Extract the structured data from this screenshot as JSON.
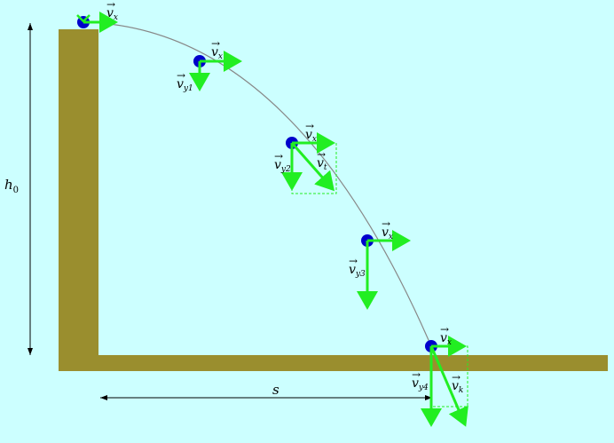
{
  "colors": {
    "background": "#ccffff",
    "ground": "#9a8e2e",
    "ball": "#0000cc",
    "vector": "#22ee22",
    "trajectory": "#888888",
    "guide": "#22ee22",
    "dimension": "#000000"
  },
  "labels": {
    "h0": {
      "main": "h",
      "sub": "0"
    },
    "s": "s",
    "vx": {
      "arrow": "→",
      "main": "v",
      "sub": "x"
    },
    "vy1": {
      "arrow": "→",
      "main": "v",
      "sub": "y1"
    },
    "vy2": {
      "arrow": "→",
      "main": "v",
      "sub": "y2"
    },
    "vy3": {
      "arrow": "→",
      "main": "v",
      "sub": "y3"
    },
    "vy4": {
      "arrow": "→",
      "main": "v",
      "sub": "y4"
    },
    "vt": {
      "arrow": "→",
      "main": "v",
      "sub": "t"
    },
    "vk": {
      "arrow": "→",
      "main": "v",
      "sub": "k"
    }
  }
}
